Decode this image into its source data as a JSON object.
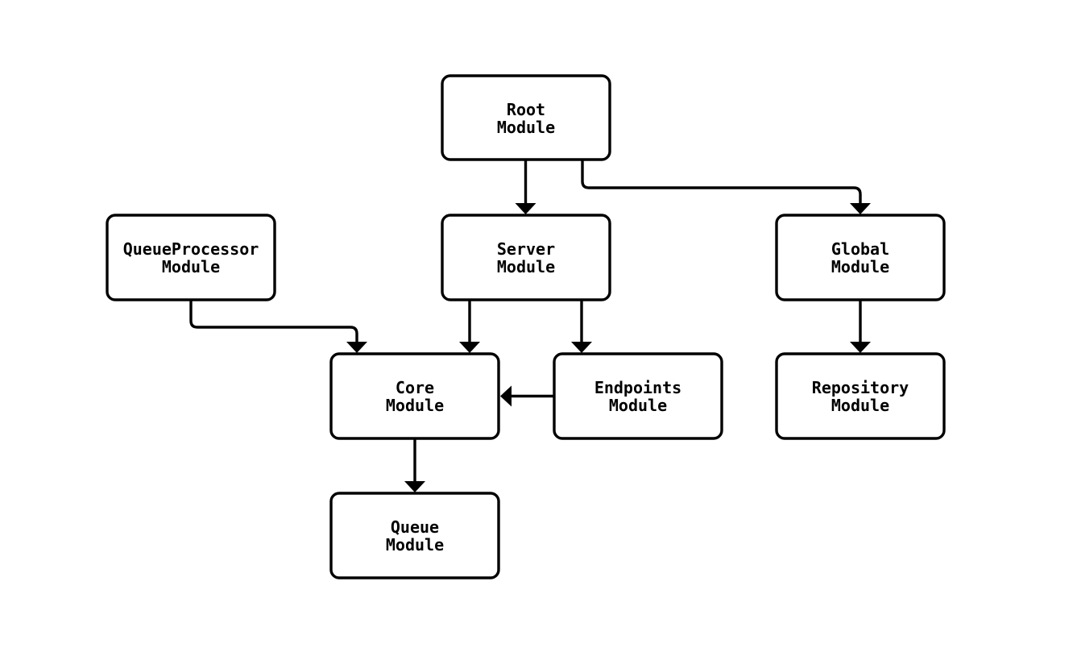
{
  "diagram": {
    "type": "module-dependency-flowchart",
    "colors": {
      "background_color": "#ffffff",
      "node_fill_color": "#ffffff",
      "line_color": "#000000",
      "text_color": "#000000"
    },
    "nodes": [
      {
        "id": "root",
        "line1": "Root",
        "line2": "Module"
      },
      {
        "id": "queueprocessor",
        "line1": "QueueProcessor",
        "line2": "Module"
      },
      {
        "id": "server",
        "line1": "Server",
        "line2": "Module"
      },
      {
        "id": "global",
        "line1": "Global",
        "line2": "Module"
      },
      {
        "id": "core",
        "line1": "Core",
        "line2": "Module"
      },
      {
        "id": "endpoints",
        "line1": "Endpoints",
        "line2": "Module"
      },
      {
        "id": "repository",
        "line1": "Repository",
        "line2": "Module"
      },
      {
        "id": "queue",
        "line1": "Queue",
        "line2": "Module"
      }
    ],
    "edges": [
      {
        "from": "Root Module",
        "to": "Server Module"
      },
      {
        "from": "Root Module",
        "to": "Global Module"
      },
      {
        "from": "QueueProcessor Module",
        "to": "Core Module"
      },
      {
        "from": "Server Module",
        "to": "Core Module"
      },
      {
        "from": "Server Module",
        "to": "Endpoints Module"
      },
      {
        "from": "Endpoints Module",
        "to": "Core Module"
      },
      {
        "from": "Global Module",
        "to": "Repository Module"
      },
      {
        "from": "Core Module",
        "to": "Queue Module"
      }
    ]
  }
}
